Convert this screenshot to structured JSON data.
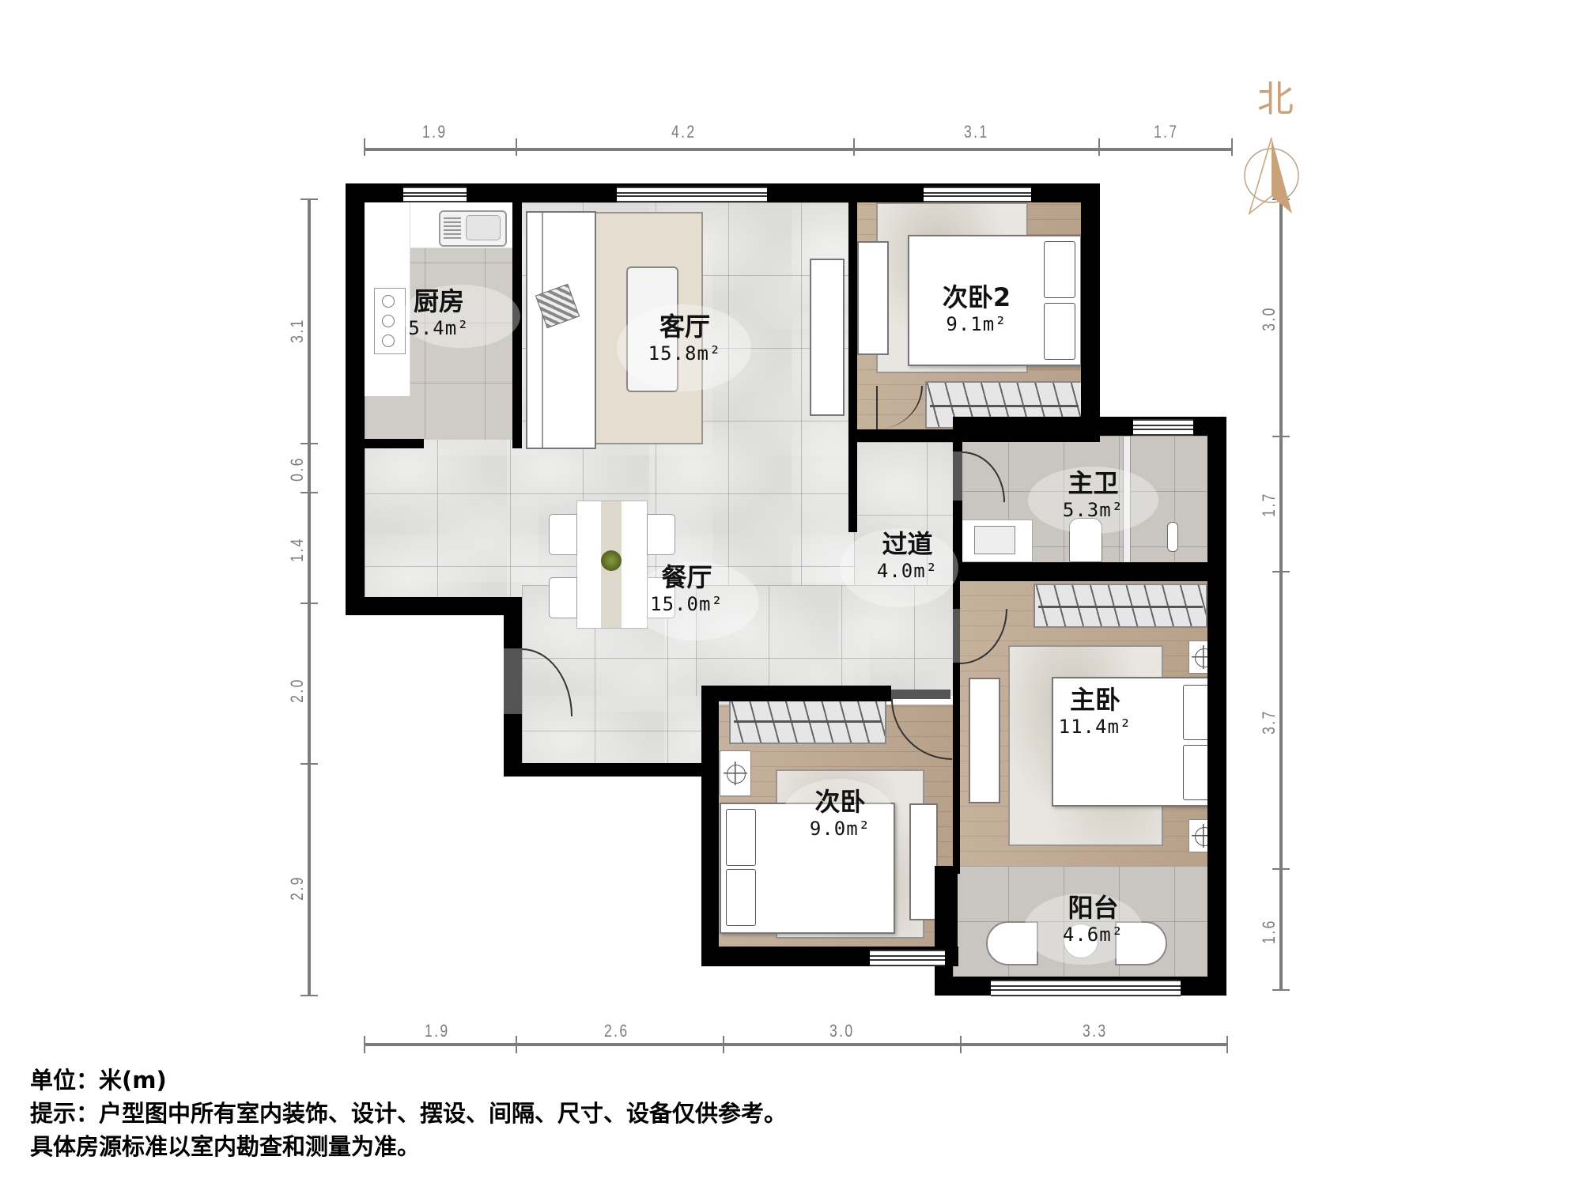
{
  "compass": {
    "label": "北",
    "color": "#c9a27a"
  },
  "dimensions": {
    "top": [
      "1.9",
      "4.2",
      "3.1",
      "1.7"
    ],
    "bottom": [
      "1.9",
      "2.6",
      "3.0",
      "3.3"
    ],
    "left": [
      "3.1",
      "0.6",
      "1.4",
      "2.0",
      "2.9"
    ],
    "right": [
      "3.0",
      "1.7",
      "3.7",
      "1.6"
    ],
    "line_color": "#7c7c7c"
  },
  "rooms": {
    "kitchen": {
      "name": "厨房",
      "area": "5.4m²"
    },
    "living": {
      "name": "客厅",
      "area": "15.8m²"
    },
    "bedroom2": {
      "name": "次卧2",
      "area": "9.1m²"
    },
    "master_bath": {
      "name": "主卫",
      "area": "5.3m²"
    },
    "corridor": {
      "name": "过道",
      "area": "4.0m²"
    },
    "dining": {
      "name": "餐厅",
      "area": "15.0m²"
    },
    "master_bedroom": {
      "name": "主卧",
      "area": "11.4m²"
    },
    "second_bedroom": {
      "name": "次卧",
      "area": "9.0m²"
    },
    "balcony": {
      "name": "阳台",
      "area": "4.6m²"
    }
  },
  "notes": {
    "unit": "单位：米(m)",
    "tip": "提示：户型图中所有室内装饰、设计、摆设、间隔、尺寸、设备仅供参考。",
    "disclaimer": "具体房源标准以室内勘查和测量为准。"
  }
}
